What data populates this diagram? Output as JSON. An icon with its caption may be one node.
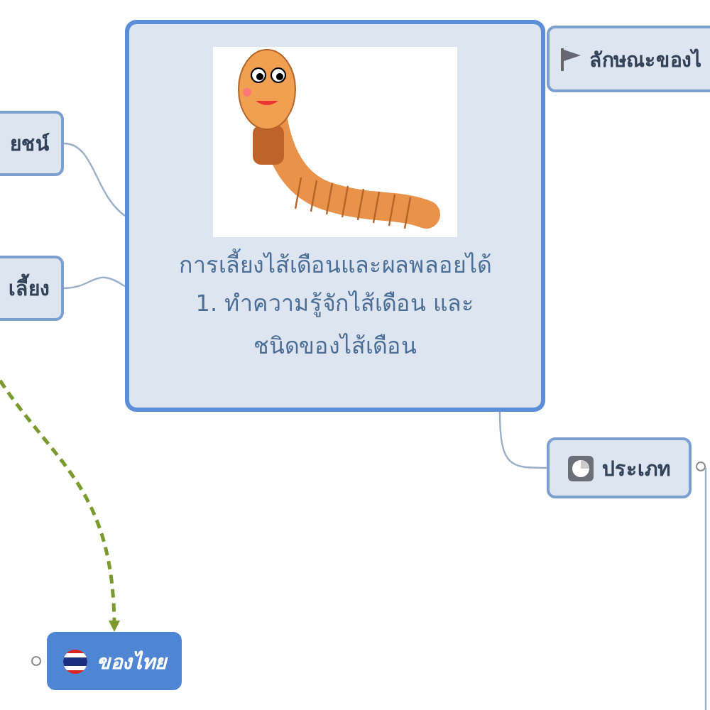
{
  "diagram": {
    "nodes": [
      {
        "text": [
          "การเลี้ยงไส้เดือนและผลพลอยได้",
          "1. ทำความรู้จักไส้เดือน และชนิดของไส้เดือน"
        ]
      },
      {
        "text": [
          "ยชน์"
        ]
      },
      {
        "text": [
          "เลี้ยง"
        ]
      },
      {
        "text": [
          "ลักษณะของไ"
        ]
      },
      {
        "text": [
          "ประเภท"
        ]
      },
      {
        "text": [
          "ของไทย"
        ]
      }
    ],
    "edges": [
      {
        "from": 0,
        "to": 1,
        "arrow": "none"
      },
      {
        "from": 0,
        "to": 2,
        "arrow": "none"
      },
      {
        "from": 0,
        "to": 4,
        "arrow": "none"
      },
      {
        "from": 4,
        "to": null,
        "arrow": "none"
      },
      {
        "from": null,
        "to": 5,
        "arrow": "to",
        "style": "dashed",
        "color": "#7a9a2e"
      }
    ]
  }
}
